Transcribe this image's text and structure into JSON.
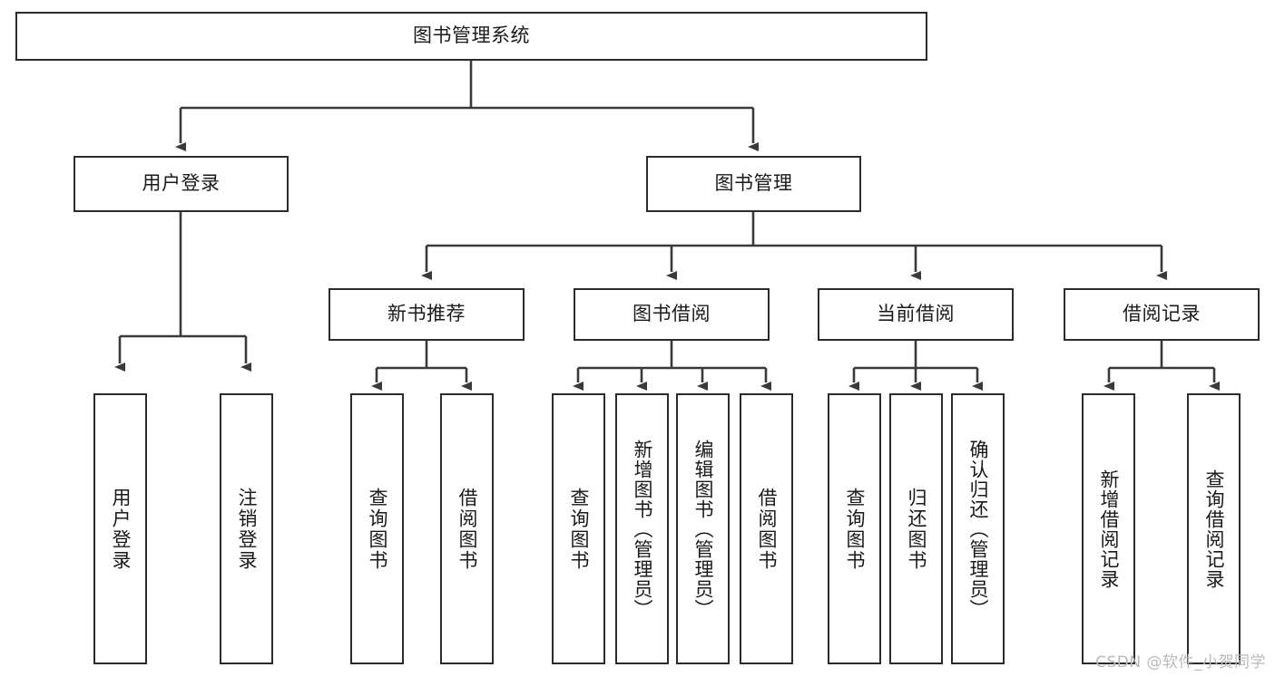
{
  "diagram": {
    "title": "图书管理系统",
    "type": "tree",
    "watermark": "CSDN @软件_小贺同学",
    "colors": {
      "stroke": "#2b2b2b",
      "fill": "#ffffff",
      "text": "#1a1a1a",
      "watermark": "#b9b9b9"
    },
    "root": {
      "label": "图书管理系统",
      "orientation": "horizontal"
    },
    "level2": [
      {
        "label": "用户登录",
        "orientation": "horizontal"
      },
      {
        "label": "图书管理",
        "orientation": "horizontal"
      }
    ],
    "level3": [
      {
        "label": "新书推荐",
        "orientation": "horizontal",
        "parent": "图书管理"
      },
      {
        "label": "图书借阅",
        "orientation": "horizontal",
        "parent": "图书管理"
      },
      {
        "label": "当前借阅",
        "orientation": "horizontal",
        "parent": "图书管理"
      },
      {
        "label": "借阅记录",
        "orientation": "horizontal",
        "parent": "图书管理"
      }
    ],
    "leaves": {
      "用户登录": [
        {
          "label": "用户登录",
          "orientation": "vertical"
        },
        {
          "label": "注销登录",
          "orientation": "vertical"
        }
      ],
      "新书推荐": [
        {
          "label": "查询图书",
          "orientation": "vertical"
        },
        {
          "label": "借阅图书",
          "orientation": "vertical"
        }
      ],
      "图书借阅": [
        {
          "label": "查询图书",
          "orientation": "vertical"
        },
        {
          "label": "新增图书（管理员）",
          "orientation": "vertical"
        },
        {
          "label": "编辑图书（管理员）",
          "orientation": "vertical"
        },
        {
          "label": "借阅图书",
          "orientation": "vertical"
        }
      ],
      "当前借阅": [
        {
          "label": "查询图书",
          "orientation": "vertical"
        },
        {
          "label": "归还图书",
          "orientation": "vertical"
        },
        {
          "label": "确认归还（管理员）",
          "orientation": "vertical"
        }
      ],
      "借阅记录": [
        {
          "label": "新增借阅记录",
          "orientation": "vertical"
        },
        {
          "label": "查询借阅记录",
          "orientation": "vertical"
        }
      ]
    }
  }
}
